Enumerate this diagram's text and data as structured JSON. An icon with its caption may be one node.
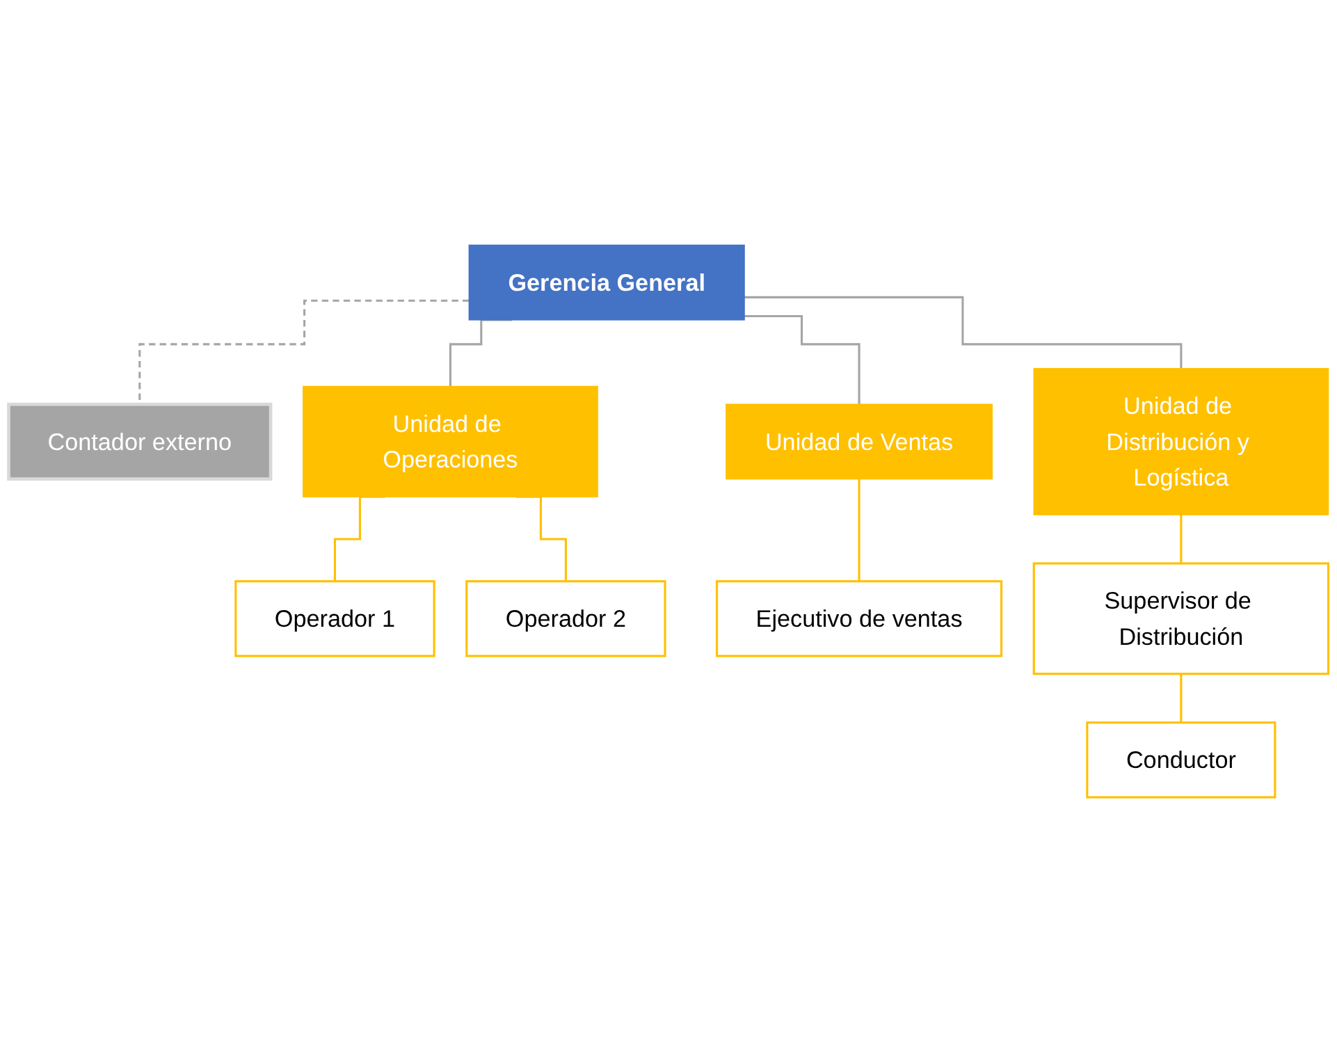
{
  "diagram": {
    "nodes": [
      {
        "text": [
          "Gerencia General"
        ]
      },
      {
        "text": [
          "Contador externo"
        ]
      },
      {
        "text": [
          "Unidad de Operaciones"
        ]
      },
      {
        "text": [
          "Unidad de Ventas"
        ]
      },
      {
        "text": [
          "Unidad de Distribución y Logística"
        ]
      },
      {
        "text": [
          "Operador 1"
        ]
      },
      {
        "text": [
          "Operador 2"
        ]
      },
      {
        "text": [
          "Ejecutivo de ventas"
        ]
      },
      {
        "text": [
          "Supervisor de Distribución"
        ]
      },
      {
        "text": [
          "Conductor"
        ]
      }
    ],
    "edges": [
      {
        "from": 0,
        "to": 1,
        "arrow": "none",
        "style": "dashed",
        "color": "#a5a5a5"
      },
      {
        "from": 0,
        "to": 2,
        "arrow": "none",
        "color": "#a5a5a5"
      },
      {
        "from": 0,
        "to": 3,
        "arrow": "none",
        "color": "#a5a5a5"
      },
      {
        "from": 0,
        "to": 4,
        "arrow": "none",
        "color": "#a5a5a5"
      },
      {
        "from": 2,
        "to": 5,
        "arrow": "none"
      },
      {
        "from": 2,
        "to": 6,
        "arrow": "none"
      },
      {
        "from": 3,
        "to": 7,
        "arrow": "none"
      },
      {
        "from": 4,
        "to": 8,
        "arrow": "none"
      },
      {
        "from": 8,
        "to": 9,
        "arrow": "none"
      }
    ]
  }
}
